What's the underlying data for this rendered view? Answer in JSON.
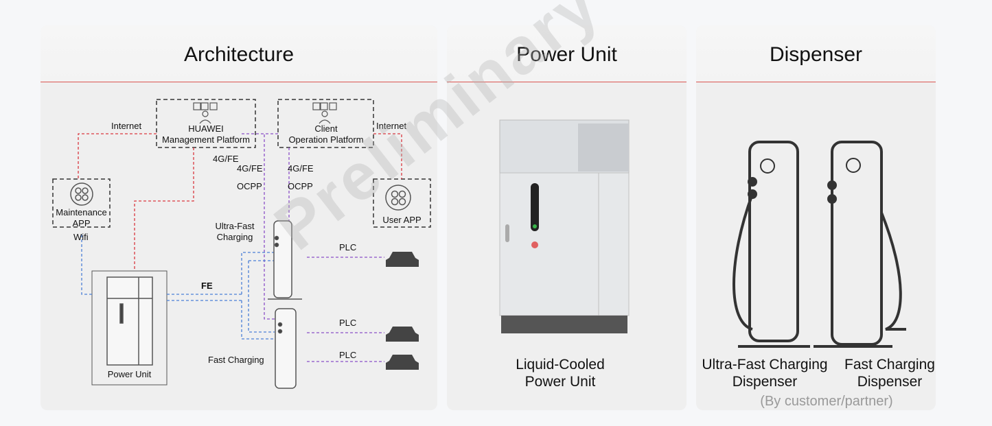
{
  "panels": {
    "architecture": {
      "title": "Architecture",
      "nodes": {
        "huawei_platform": "HUAWEI\nManagement Platform",
        "huawei_platform_line1": "HUAWEI",
        "huawei_platform_line2": "Management Platform",
        "client_platform_line1": "Client",
        "client_platform_line2": "Operation Platform",
        "maintenance_app_line1": "Maintenance",
        "maintenance_app_line2": "APP",
        "user_app": "User APP",
        "power_unit": "Power Unit",
        "ultra_fast_line1": "Ultra-Fast",
        "ultra_fast_line2": "Charging",
        "fast_charging": "Fast Charging"
      },
      "links": {
        "internet_left": "Internet",
        "internet_right": "Internet",
        "fe_4g_a": "4G/FE",
        "fe_4g_b": "4G/FE",
        "fe_4g_c": "4G/FE",
        "ocpp_a": "OCPP",
        "ocpp_b": "OCPP",
        "wifi": "Wifi",
        "fe": "FE",
        "plc_1": "PLC",
        "plc_2": "PLC",
        "plc_3": "PLC"
      },
      "colors": {
        "internet": "#d9363e",
        "ocpp": "#8a4fc7",
        "fe": "#4a7fd6"
      }
    },
    "power_unit": {
      "title": "Power Unit",
      "caption_line1": "Liquid-Cooled",
      "caption_line2": "Power Unit"
    },
    "dispenser": {
      "title": "Dispenser",
      "caption_left_line1": "Ultra-Fast Charging",
      "caption_left_line2": "Dispenser",
      "caption_right_line1": "Fast Charging",
      "caption_right_line2": "Dispenser",
      "note": "(By customer/partner)"
    }
  },
  "watermark": "Preliminary",
  "brand_color": "#d9534f"
}
